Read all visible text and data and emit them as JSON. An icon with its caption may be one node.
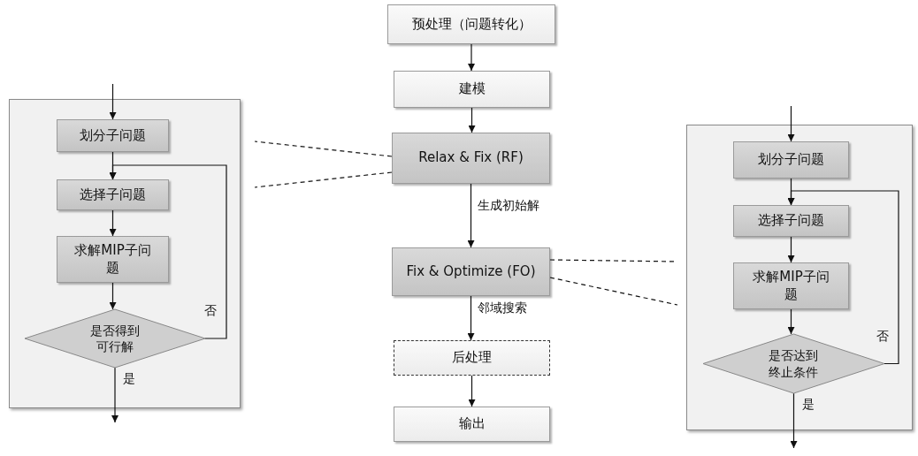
{
  "diagram": {
    "nodes": [
      {
        "text": [],
        "shape": "box"
      },
      {
        "text": [
          "划分子问题"
        ],
        "in": 0
      },
      {
        "text": [
          "选择子问题"
        ],
        "in": 0
      },
      {
        "text": [
          "求解MIP子问题"
        ],
        "in": 0
      },
      {
        "text": [
          "是否得到可行解"
        ],
        "in": 0
      },
      {
        "text": [
          "预处理（问题转化）"
        ]
      },
      {
        "text": [
          "建模"
        ]
      },
      {
        "text": [
          "Relax & Fix (RF)"
        ]
      },
      {
        "text": [
          "Fix & Optimize (FO)"
        ]
      },
      {
        "text": [
          "后处理"
        ]
      },
      {
        "text": [
          "输出"
        ]
      },
      {
        "text": [],
        "shape": "box"
      },
      {
        "text": [
          "划分子问题"
        ],
        "in": 11
      },
      {
        "text": [
          "选择子问题"
        ],
        "in": 11
      },
      {
        "text": [
          "求解MIP子问题"
        ],
        "in": 11
      },
      {
        "text": [
          "是否达到终止条件"
        ],
        "in": 11
      }
    ],
    "edges": [
      {
        "from": null,
        "to": 1,
        "arrow": "to"
      },
      {
        "from": 1,
        "to": 2,
        "arrow": "to"
      },
      {
        "from": 2,
        "to": 3,
        "arrow": "to"
      },
      {
        "from": 3,
        "to": 4,
        "arrow": "to"
      },
      {
        "from": 4,
        "to": 2,
        "arrow": "to",
        "label": "否"
      },
      {
        "from": 4,
        "to": null,
        "arrow": "to",
        "label": "是"
      },
      {
        "from": 5,
        "to": 6,
        "arrow": "to"
      },
      {
        "from": 6,
        "to": 7,
        "arrow": "to"
      },
      {
        "from": 7,
        "to": 8,
        "arrow": "to",
        "label": "生成初始解"
      },
      {
        "from": 8,
        "to": 9,
        "arrow": "to",
        "label": "邻域搜索"
      },
      {
        "from": 9,
        "to": 10,
        "arrow": "to"
      },
      {
        "from": null,
        "to": 12,
        "arrow": "to"
      },
      {
        "from": 12,
        "to": 13,
        "arrow": "to"
      },
      {
        "from": 13,
        "to": 14,
        "arrow": "to"
      },
      {
        "from": 14,
        "to": 15,
        "arrow": "to"
      },
      {
        "from": 15,
        "to": 13,
        "arrow": "to",
        "label": "否"
      },
      {
        "from": 15,
        "to": null,
        "arrow": "to",
        "label": "是"
      },
      {
        "from": 7,
        "to": 0,
        "arrow": "none",
        "style": "dashed"
      },
      {
        "from": 7,
        "to": 0,
        "arrow": "none",
        "style": "dashed"
      },
      {
        "from": 8,
        "to": 11,
        "arrow": "none",
        "style": "dashed"
      },
      {
        "from": 8,
        "to": 11,
        "arrow": "none",
        "style": "dashed"
      }
    ]
  }
}
